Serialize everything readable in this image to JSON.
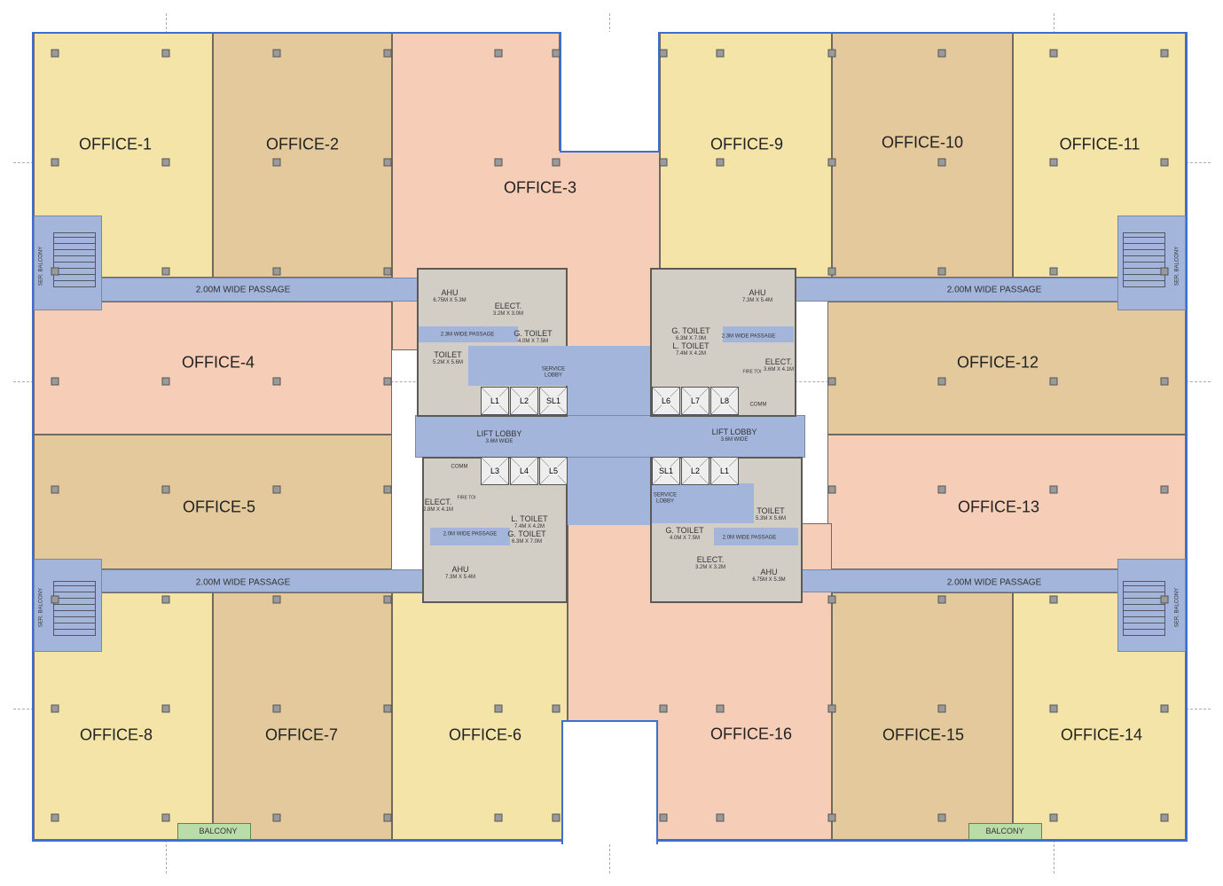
{
  "offices": {
    "o1": "OFFICE-1",
    "o2": "OFFICE-2",
    "o3": "OFFICE-3",
    "o4": "OFFICE-4",
    "o5": "OFFICE-5",
    "o6": "OFFICE-6",
    "o7": "OFFICE-7",
    "o8": "OFFICE-8",
    "o9": "OFFICE-9",
    "o10": "OFFICE-10",
    "o11": "OFFICE-11",
    "o12": "OFFICE-12",
    "o13": "OFFICE-13",
    "o14": "OFFICE-14",
    "o15": "OFFICE-15",
    "o16": "OFFICE-16"
  },
  "passage": "2.00M  WIDE  PASSAGE",
  "balcony": "BALCONY",
  "ser_balcony": "SER. BALCONY",
  "lift_lobby": {
    "label": "LIFT LOBBY",
    "dim": "3.6M WIDE"
  },
  "core": {
    "ahu": "AHU",
    "ahu_tl": "6.75M X 5.3M",
    "ahu_tr": "7.3M X 5.4M",
    "ahu_bl": "7.3M X 5.4M",
    "ahu_br": "6.75M X 5.3M",
    "elect": "ELECT.",
    "elect_tl": "3.2M X 3.0M",
    "elect_tr": "3.6M X 4.1M",
    "elect_bl": "2.8M X 4.1M",
    "elect_br": "3.2M X 3.2M",
    "g_toilet": "G. TOILET",
    "gt_tl": "4.0M X 7.5M",
    "gt_tr": "6.3M X 7.0M",
    "gt_bl": "6.3M X 7.0M",
    "gt_br": "4.0M X 7.5M",
    "l_toilet": "L. TOILET",
    "lt_tr": "7.4M X 4.2M",
    "lt_bl": "7.4M X 4.2M",
    "toilet": "TOILET",
    "t_tl": "5.2M X 5.6M",
    "t_br": "5.3M X 5.6M",
    "passage23": "2.3M WIDE PASSAGE",
    "passage20": "2.0M WIDE PASSAGE",
    "service_lobby": "SERVICE LOBBY",
    "comm": "COMM",
    "fire": "FIRE TOI",
    "lifts": [
      "L1",
      "L2",
      "SL1",
      "L6",
      "L7",
      "L8",
      "L3",
      "L4",
      "L5"
    ]
  }
}
